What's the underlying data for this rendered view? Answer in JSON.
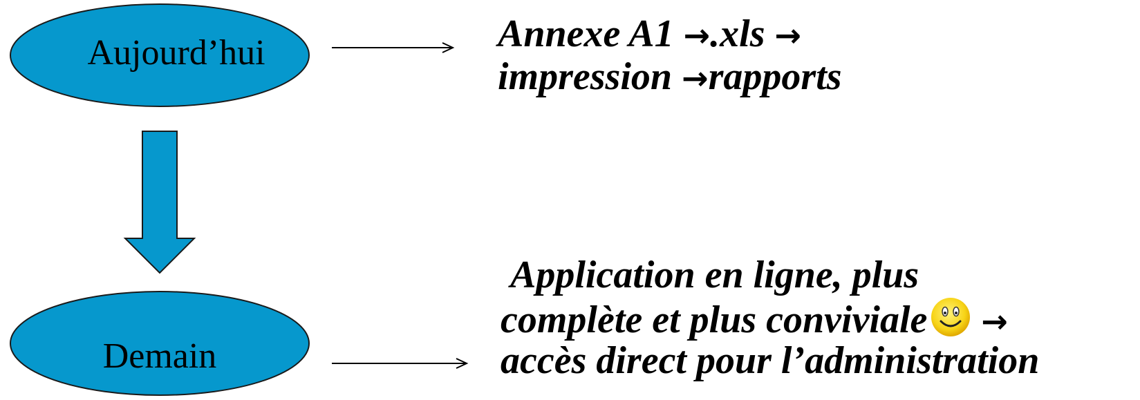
{
  "nodes": {
    "today": "Aujourd’hui",
    "tomorrow": "Demain"
  },
  "notes": {
    "today": {
      "line1_a": "Annexe A1 ",
      "arrow1": "→",
      "line1_b": ".xls ",
      "arrow2": "→",
      "line2_a": "impression ",
      "arrow3": "→",
      "line2_b": "rapports"
    },
    "tomorrow": {
      "line1": "Application en ligne, plus",
      "line2_a": "complète et plus conviviale",
      "arrow": "→",
      "line3": "accès direct pour l’administration"
    }
  },
  "colors": {
    "ellipse_fill": "#0698CD",
    "arrow_fill": "#0698CD",
    "stroke": "#1a1a1a",
    "smiley_face": "#F7D417"
  },
  "icons": {
    "smiley": "smiley-face-icon"
  }
}
